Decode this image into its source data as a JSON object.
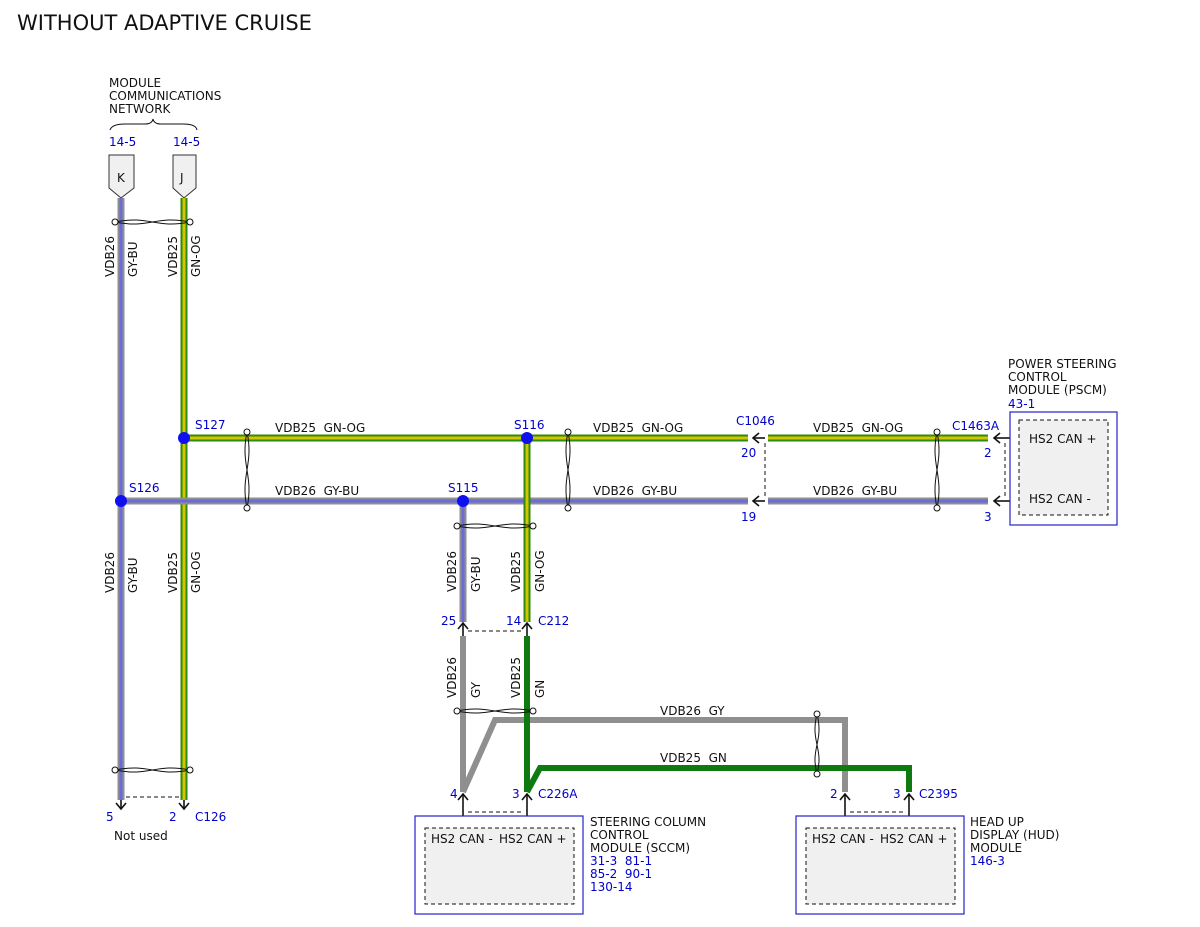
{
  "title": "WITHOUT ADAPTIVE CRUISE",
  "colors": {
    "gy_bu_core": "#6b6bd8",
    "gy_bu_edge": "#8f8f8f",
    "gn_og_core": "#d6c400",
    "gn_og_edge": "#2e8b10",
    "gy": "#8f8f8f",
    "gn": "#0f7a0f",
    "splice": "#1010ee",
    "box_border": "#2323c8",
    "box_fill": "#f0f0f0",
    "ref_text": "#0000cc"
  },
  "network": {
    "label_lines": [
      "MODULE",
      "COMMUNICATIONS",
      "NETWORK"
    ],
    "refs": [
      "14-5",
      "14-5"
    ],
    "pins": [
      "K",
      "J"
    ]
  },
  "wires": {
    "vdb26_gy_bu": "VDB26  GY-BU",
    "vdb25_gn_og": "VDB25  GN-OG",
    "vdb26_gy": "VDB26  GY",
    "vdb25_gn": "VDB25  GN",
    "v_vdb26": "VDB26",
    "v_vdb25": "VDB25",
    "v_gy_bu": "GY-BU",
    "v_gn_og": "GN-OG",
    "v_gy": "GY",
    "v_gn": "GN"
  },
  "splices": [
    "S127",
    "S116",
    "S126",
    "S115"
  ],
  "connectors": {
    "c1046": "C1046",
    "c1463a": "C1463A",
    "c212": "C212",
    "c226a": "C226A",
    "c2395": "C2395",
    "c126": "C126"
  },
  "pins": {
    "c1046_gn": "20",
    "c1046_gy": "19",
    "c1463a_gn": "2",
    "c1463a_gy": "3",
    "c212_gy": "25",
    "c212_gn": "14",
    "c226a_gy": "4",
    "c226a_gn": "3",
    "c2395_gy": "2",
    "c2395_gn": "3",
    "c126_gy": "5",
    "c126_gn": "2"
  },
  "not_used": "Not used",
  "pscm": {
    "name_lines": [
      "POWER STEERING",
      "CONTROL",
      "MODULE (PSCM)"
    ],
    "ref": "43-1",
    "pin_plus": "HS2 CAN +",
    "pin_minus": "HS2 CAN -"
  },
  "sccm": {
    "name_lines": [
      "STEERING COLUMN",
      "CONTROL",
      "MODULE (SCCM)"
    ],
    "refs": [
      "31-3  81-1",
      "85-2  90-1",
      "130-14"
    ],
    "pin_minus": "HS2 CAN -",
    "pin_plus": "HS2 CAN +"
  },
  "hud": {
    "name_lines": [
      "HEAD UP",
      "DISPLAY (HUD)",
      "MODULE"
    ],
    "ref": "146-3",
    "pin_minus": "HS2 CAN -",
    "pin_plus": "HS2 CAN +"
  }
}
